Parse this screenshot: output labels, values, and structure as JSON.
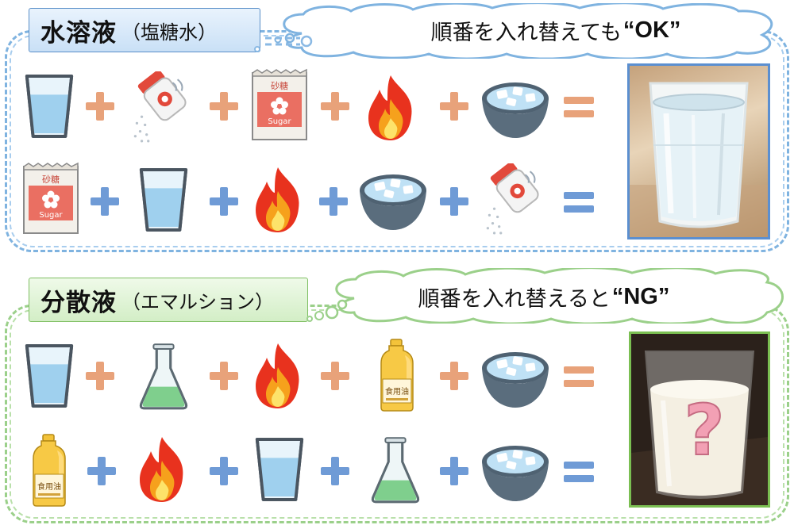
{
  "solution": {
    "title_main": "水溶液",
    "title_sub": "（塩糖水）",
    "cloud_text": "順番を入れ替えても",
    "cloud_keyword": "“OK”",
    "row1": [
      "water-glass",
      "plus",
      "salt-shaker",
      "plus",
      "sugar-bag",
      "plus",
      "fire",
      "plus",
      "ice-bowl",
      "equals"
    ],
    "row2": [
      "sugar-bag",
      "plus",
      "water-glass",
      "plus",
      "fire",
      "plus",
      "ice-bowl",
      "plus",
      "salt-shaker",
      "equals"
    ],
    "result": "clear-water-glass"
  },
  "dispersion": {
    "title_main": "分散液",
    "title_sub": "（エマルション）",
    "cloud_text": "順番を入れ替えると",
    "cloud_keyword": "“NG”",
    "row1": [
      "water-glass",
      "plus",
      "flask",
      "plus",
      "fire",
      "plus",
      "oil-bottle",
      "plus",
      "ice-bowl",
      "equals"
    ],
    "row2": [
      "oil-bottle",
      "plus",
      "fire",
      "plus",
      "water-glass",
      "plus",
      "flask",
      "plus",
      "ice-bowl",
      "equals"
    ],
    "result": "milky-glass-question",
    "result_mark": "?"
  },
  "labels": {
    "sugar_kanji": "砂糖",
    "sugar_en": "Sugar",
    "oil_label": "食用油"
  },
  "colors": {
    "blue_frame": "#7fb3e0",
    "green_frame": "#9bd08a",
    "plus_orange": "#e8a27a",
    "plus_blue": "#6f9bd6",
    "equals_orange": "#e8a27a",
    "equals_blue": "#6f9bd6",
    "question_pink": "#f2a0b4"
  }
}
